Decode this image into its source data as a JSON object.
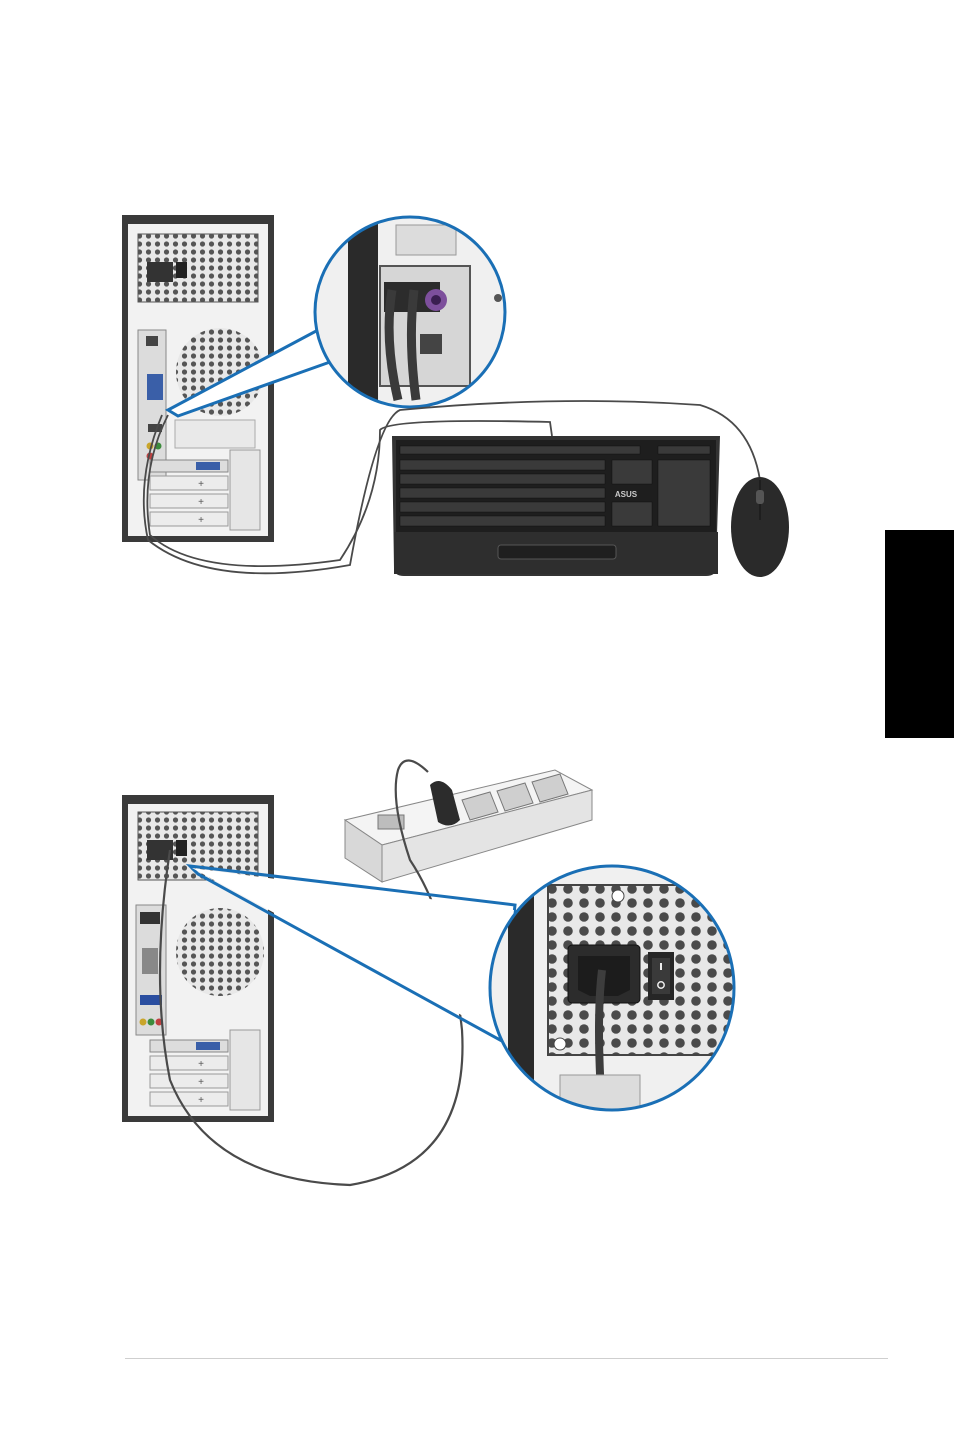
{
  "illustrations": {
    "keyboard_mouse": {
      "brand_logo": "ASUS",
      "zoom_callout": "ps2-keyboard-mouse-port-closeup"
    },
    "power_connection": {
      "zoom_callout": "power-inlet-closeup"
    }
  },
  "colors": {
    "callout_blue": "#1a6fb5",
    "chassis_dark": "#3a3a3a",
    "cable": "#4a4a4a",
    "side_tab": "#000000",
    "footer_rule": "#cfcfcf"
  }
}
